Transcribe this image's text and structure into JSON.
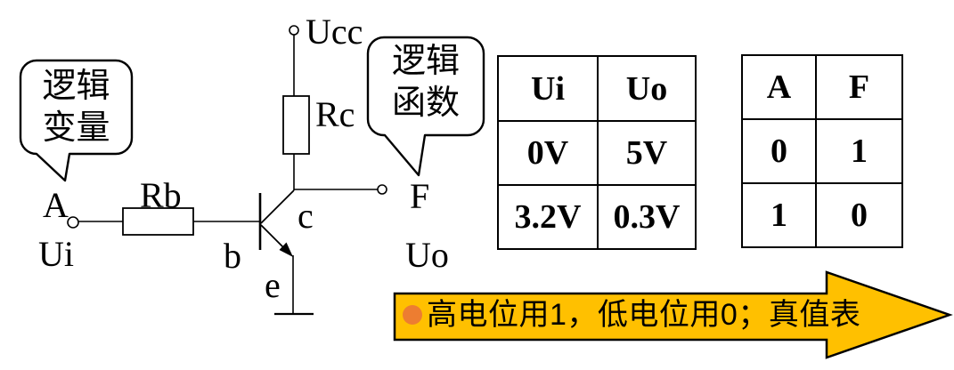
{
  "circuit": {
    "supply_label": "Ucc",
    "collector_resistor_label": "Rc",
    "base_resistor_label": "Rb",
    "input_variable_label": "A",
    "input_voltage_label": "Ui",
    "base_label": "b",
    "collector_label": "c",
    "emitter_label": "e",
    "output_variable_label": "F",
    "output_voltage_label": "Uo",
    "input_callout": {
      "line1": "逻辑",
      "line2": "变量"
    },
    "output_callout": {
      "line1": "逻辑",
      "line2": "函数"
    }
  },
  "voltage_table": {
    "headers": [
      "Ui",
      "Uo"
    ],
    "rows": [
      [
        "0V",
        "5V"
      ],
      [
        "3.2V",
        "0.3V"
      ]
    ]
  },
  "truth_table": {
    "headers": [
      "A",
      "F"
    ],
    "rows": [
      [
        "0",
        "1"
      ],
      [
        "1",
        "0"
      ]
    ]
  },
  "banner": {
    "text": "高电位用1，低电位用0；真值表",
    "fill_color": "#FFC000",
    "bullet_color": "#ED7D31",
    "border_color": "#000000"
  }
}
